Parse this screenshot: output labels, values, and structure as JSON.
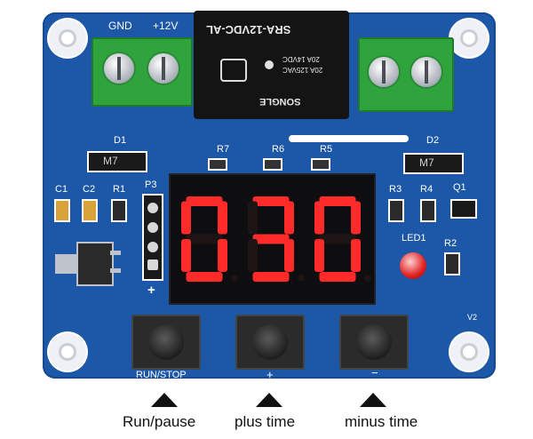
{
  "board": {
    "gnd_label": "GND",
    "v12_label": "+12V",
    "relay_model": "SRA-12VDC-AL",
    "relay_brand": "SONGLE",
    "relay_rating1": "20A 14VDC",
    "relay_rating2": "20A 125VAC",
    "d1": "D1",
    "d2": "D2",
    "diode_mark": "M7",
    "r7": "R7",
    "r6": "R6",
    "r5": "R5",
    "c1": "C1",
    "c2": "C2",
    "r1": "R1",
    "p3": "P3",
    "r3": "R3",
    "r4": "R4",
    "q1": "Q1",
    "r2": "R2",
    "led1": "LED1",
    "plus_mark": "+",
    "run_stop": "RUN/STOP",
    "btn_plus": "+",
    "btn_minus": "−",
    "version": "V2"
  },
  "display": {
    "digits": [
      "0",
      "3",
      "0"
    ],
    "color": "#ff2a2a"
  },
  "captions": {
    "run": "Run/pause",
    "plus": "plus time",
    "minus": "minus time"
  }
}
